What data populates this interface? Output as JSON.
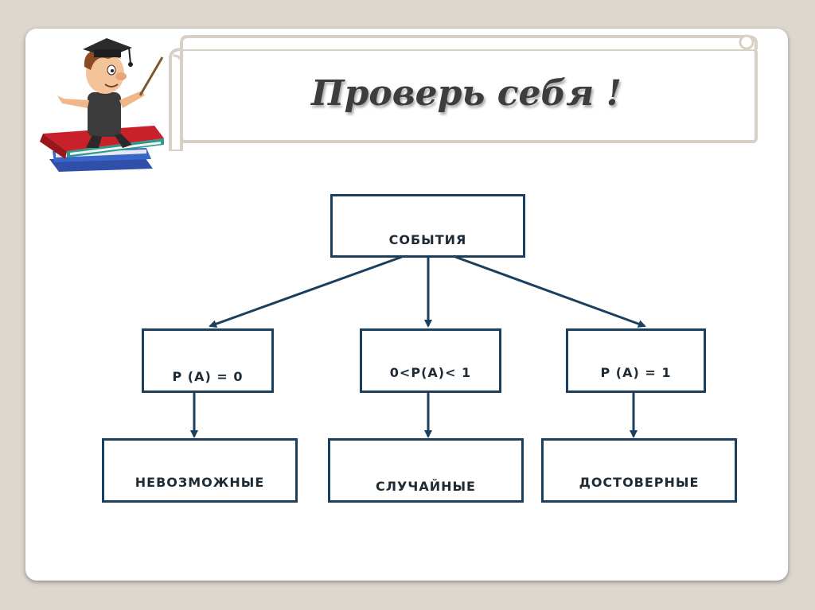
{
  "title": "Проверь  себя !",
  "root": {
    "label": "СОБЫТИЯ"
  },
  "conditions": [
    {
      "label": "Р (А) = 0"
    },
    {
      "label": "0<Р(А)< 1"
    },
    {
      "label": "Р (А) = 1"
    }
  ],
  "results": [
    {
      "label": "НЕВОЗМОЖНЫЕ"
    },
    {
      "label": "СЛУЧАЙНЫЕ"
    },
    {
      "label": "ДОСТОВЕРНЫЕ"
    }
  ],
  "colors": {
    "box_border": "#1b3f5e",
    "arrow": "#1b3f5e",
    "scroll_border": "#d8d2c6"
  },
  "illustration": "professor-on-books"
}
